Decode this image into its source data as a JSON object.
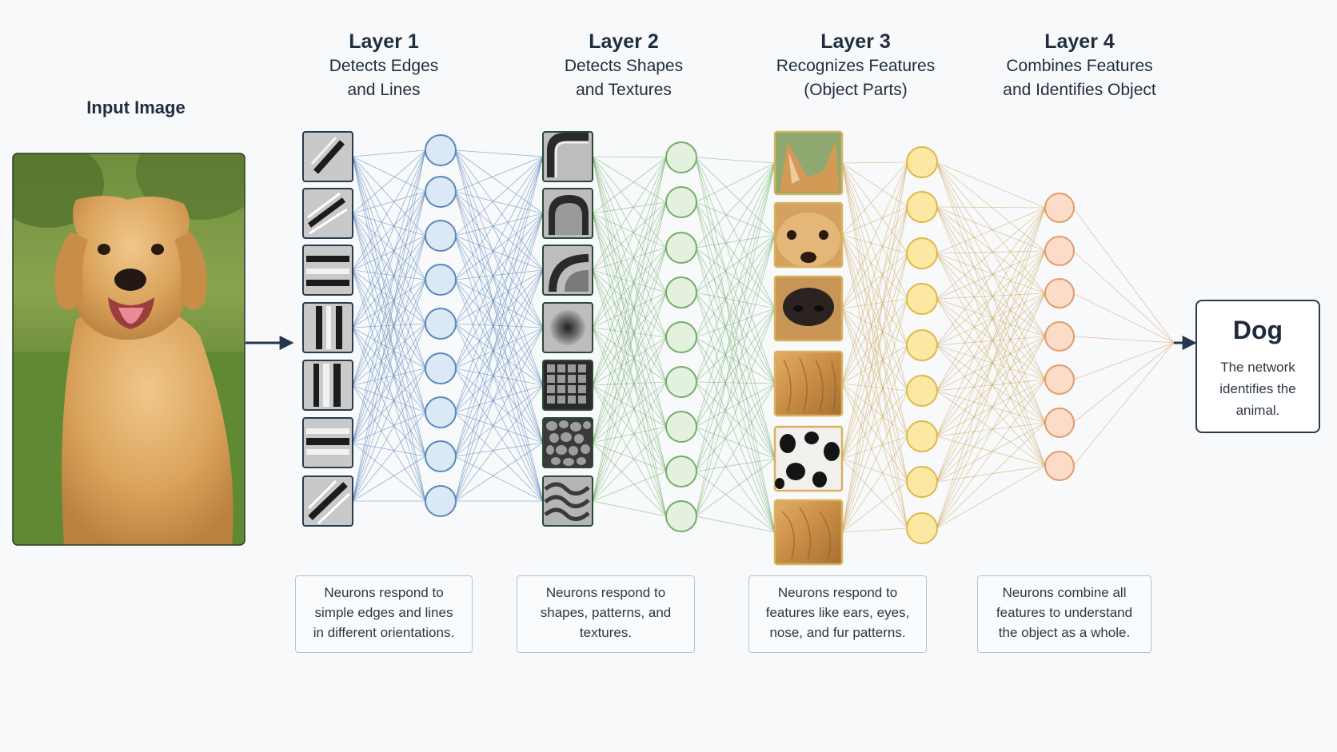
{
  "input": {
    "title": "Input Image"
  },
  "layers": [
    {
      "title": "Layer 1",
      "subtitle_line1": "Detects Edges",
      "subtitle_line2": "and Lines",
      "caption_line1": "Neurons respond to",
      "caption_line2": "simple edges and lines",
      "caption_line3": "in different orientations.",
      "color": "#4a78b0",
      "node_fill": "#dbe8f5",
      "node_stroke": "#5b87bd"
    },
    {
      "title": "Layer 2",
      "subtitle_line1": "Detects Shapes",
      "subtitle_line2": "and Textures",
      "caption_line1": "Neurons respond to",
      "caption_line2": "shapes, patterns, and",
      "caption_line3": "textures.",
      "color": "#6aa85f",
      "node_fill": "#e3f1de",
      "node_stroke": "#75ad68"
    },
    {
      "title": "Layer 3",
      "subtitle_line1": "Recognizes Features",
      "subtitle_line2": "(Object Parts)",
      "caption_line1": "Neurons respond to",
      "caption_line2": "features like ears, eyes,",
      "caption_line3": "nose, and fur patterns.",
      "color": "#c9a04f",
      "node_fill": "#fbe9a3",
      "node_stroke": "#e2b64a"
    },
    {
      "title": "Layer 4",
      "subtitle_line1": "Combines Features",
      "subtitle_line2": "and Identifies Object",
      "caption_line1": "Neurons combine all",
      "caption_line2": "features to understand",
      "caption_line3": "the object as a whole.",
      "color": "#d9925f",
      "node_fill": "#fbdcc8",
      "node_stroke": "#e39a6b"
    }
  ],
  "output": {
    "label": "Dog",
    "desc_line1": "The network",
    "desc_line2": "identifies the",
    "desc_line3": "animal."
  },
  "colors": {
    "background": "#f7f9fb",
    "text": "#1f2d3d",
    "arrow": "#22364d"
  }
}
